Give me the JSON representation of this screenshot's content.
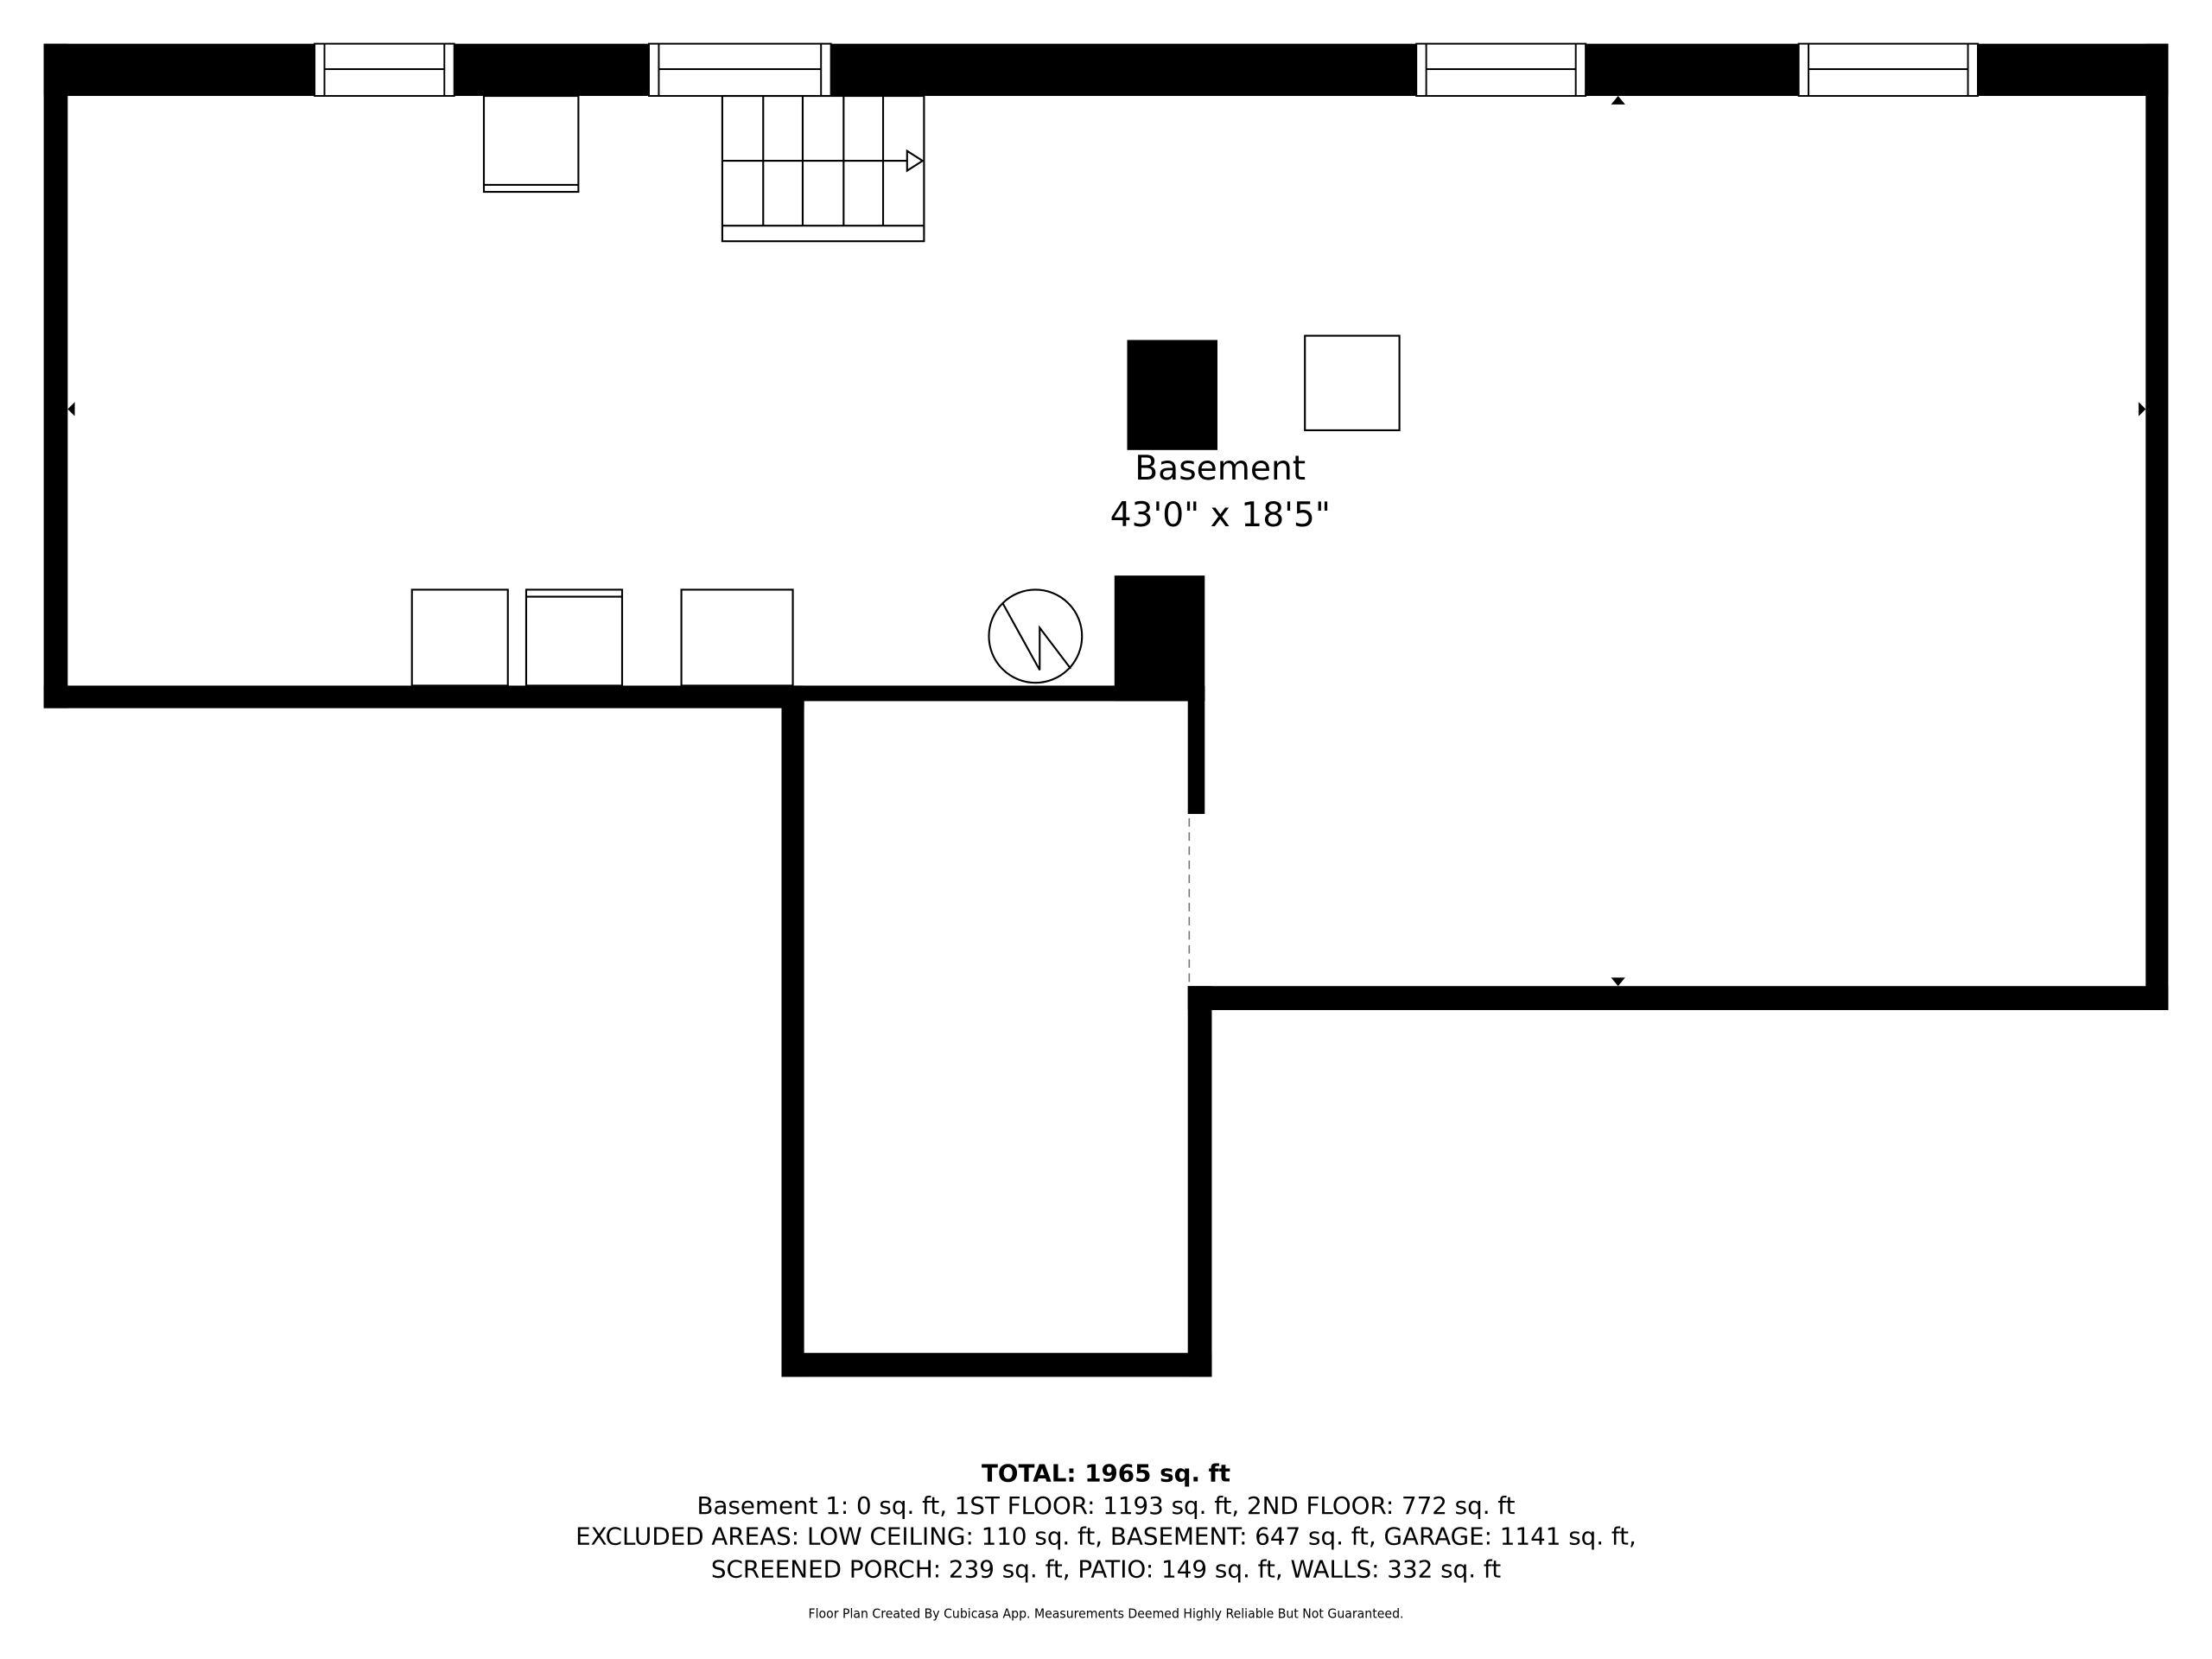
{
  "room": {
    "name": "Basement",
    "dimensions": "43'0\" x 18'5\""
  },
  "summary": {
    "total": "TOTAL: 1965 sq. ft",
    "line1": "Basement 1: 0 sq. ft, 1ST FLOOR: 1193 sq. ft, 2ND FLOOR: 772 sq. ft",
    "line2": "EXCLUDED AREAS: LOW CEILING: 110 sq. ft, BASEMENT: 647 sq. ft, GARAGE: 1141 sq. ft,",
    "line3": "SCREENED PORCH: 239 sq. ft, PATIO: 149 sq. ft, WALLS: 332 sq. ft",
    "disclaimer": "Floor Plan Created By Cubicasa App. Measurements Deemed Highly Reliable But Not Guaranteed."
  },
  "colors": {
    "wall": "#000000",
    "background": "#ffffff"
  }
}
